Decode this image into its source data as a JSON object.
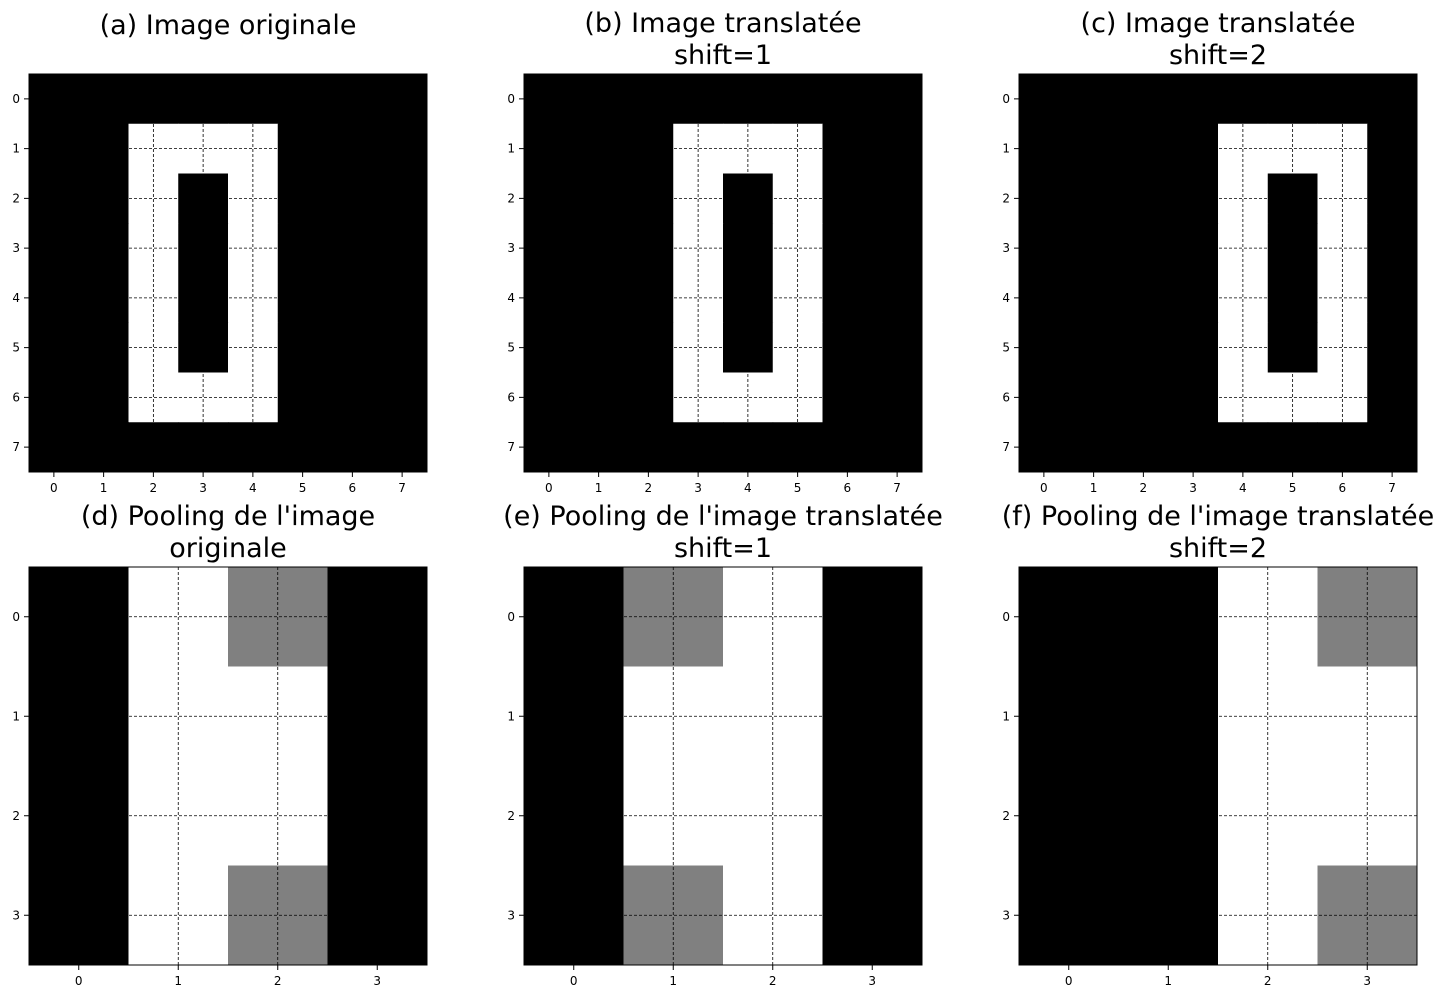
{
  "figure": {
    "background": "#ffffff"
  },
  "chart_data": [
    {
      "type": "heatmap",
      "title_lines": [
        "(a) Image originale"
      ],
      "xlabel": "",
      "ylabel": "",
      "x_ticks": [
        "0",
        "1",
        "2",
        "3",
        "4",
        "5",
        "6",
        "7"
      ],
      "y_ticks": [
        "0",
        "1",
        "2",
        "3",
        "4",
        "5",
        "6",
        "7"
      ],
      "colormap": "gray",
      "vmin": 0,
      "vmax": 1,
      "grid": "dashed",
      "values": [
        [
          0,
          0,
          0,
          0,
          0,
          0,
          0,
          0
        ],
        [
          0,
          0,
          1,
          1,
          1,
          0,
          0,
          0
        ],
        [
          0,
          0,
          1,
          0,
          1,
          0,
          0,
          0
        ],
        [
          0,
          0,
          1,
          0,
          1,
          0,
          0,
          0
        ],
        [
          0,
          0,
          1,
          0,
          1,
          0,
          0,
          0
        ],
        [
          0,
          0,
          1,
          0,
          1,
          0,
          0,
          0
        ],
        [
          0,
          0,
          1,
          1,
          1,
          0,
          0,
          0
        ],
        [
          0,
          0,
          0,
          0,
          0,
          0,
          0,
          0
        ]
      ]
    },
    {
      "type": "heatmap",
      "title_lines": [
        "(b) Image translatée",
        "shift=1"
      ],
      "xlabel": "",
      "ylabel": "",
      "x_ticks": [
        "0",
        "1",
        "2",
        "3",
        "4",
        "5",
        "6",
        "7"
      ],
      "y_ticks": [
        "0",
        "1",
        "2",
        "3",
        "4",
        "5",
        "6",
        "7"
      ],
      "colormap": "gray",
      "vmin": 0,
      "vmax": 1,
      "grid": "dashed",
      "values": [
        [
          0,
          0,
          0,
          0,
          0,
          0,
          0,
          0
        ],
        [
          0,
          0,
          0,
          1,
          1,
          1,
          0,
          0
        ],
        [
          0,
          0,
          0,
          1,
          0,
          1,
          0,
          0
        ],
        [
          0,
          0,
          0,
          1,
          0,
          1,
          0,
          0
        ],
        [
          0,
          0,
          0,
          1,
          0,
          1,
          0,
          0
        ],
        [
          0,
          0,
          0,
          1,
          0,
          1,
          0,
          0
        ],
        [
          0,
          0,
          0,
          1,
          1,
          1,
          0,
          0
        ],
        [
          0,
          0,
          0,
          0,
          0,
          0,
          0,
          0
        ]
      ]
    },
    {
      "type": "heatmap",
      "title_lines": [
        "(c) Image translatée",
        "shift=2"
      ],
      "xlabel": "",
      "ylabel": "",
      "x_ticks": [
        "0",
        "1",
        "2",
        "3",
        "4",
        "5",
        "6",
        "7"
      ],
      "y_ticks": [
        "0",
        "1",
        "2",
        "3",
        "4",
        "5",
        "6",
        "7"
      ],
      "colormap": "gray",
      "vmin": 0,
      "vmax": 1,
      "grid": "dashed",
      "values": [
        [
          0,
          0,
          0,
          0,
          0,
          0,
          0,
          0
        ],
        [
          0,
          0,
          0,
          0,
          1,
          1,
          1,
          0
        ],
        [
          0,
          0,
          0,
          0,
          1,
          0,
          1,
          0
        ],
        [
          0,
          0,
          0,
          0,
          1,
          0,
          1,
          0
        ],
        [
          0,
          0,
          0,
          0,
          1,
          0,
          1,
          0
        ],
        [
          0,
          0,
          0,
          0,
          1,
          0,
          1,
          0
        ],
        [
          0,
          0,
          0,
          0,
          1,
          1,
          1,
          0
        ],
        [
          0,
          0,
          0,
          0,
          0,
          0,
          0,
          0
        ]
      ]
    },
    {
      "type": "heatmap",
      "title_lines": [
        "(d) Pooling de l'image",
        "originale"
      ],
      "xlabel": "",
      "ylabel": "",
      "x_ticks": [
        "0",
        "1",
        "2",
        "3"
      ],
      "y_ticks": [
        "0",
        "1",
        "2",
        "3"
      ],
      "colormap": "gray",
      "vmin": 0,
      "vmax": 1,
      "grid": "dashed",
      "values": [
        [
          0,
          1,
          0.5,
          0
        ],
        [
          0,
          1,
          1,
          0
        ],
        [
          0,
          1,
          1,
          0
        ],
        [
          0,
          1,
          0.5,
          0
        ]
      ]
    },
    {
      "type": "heatmap",
      "title_lines": [
        "(e) Pooling de l'image translatée",
        "shift=1"
      ],
      "xlabel": "",
      "ylabel": "",
      "x_ticks": [
        "0",
        "1",
        "2",
        "3"
      ],
      "y_ticks": [
        "0",
        "1",
        "2",
        "3"
      ],
      "colormap": "gray",
      "vmin": 0,
      "vmax": 1,
      "grid": "dashed",
      "values": [
        [
          0,
          0.5,
          1,
          0
        ],
        [
          0,
          1,
          1,
          0
        ],
        [
          0,
          1,
          1,
          0
        ],
        [
          0,
          0.5,
          1,
          0
        ]
      ]
    },
    {
      "type": "heatmap",
      "title_lines": [
        "(f) Pooling de l'image translatée",
        "shift=2"
      ],
      "xlabel": "",
      "ylabel": "",
      "x_ticks": [
        "0",
        "1",
        "2",
        "3"
      ],
      "y_ticks": [
        "0",
        "1",
        "2",
        "3"
      ],
      "colormap": "gray",
      "vmin": 0,
      "vmax": 1,
      "grid": "dashed",
      "values": [
        [
          0,
          0,
          1,
          0.5
        ],
        [
          0,
          0,
          1,
          1
        ],
        [
          0,
          0,
          1,
          1
        ],
        [
          0,
          0,
          1,
          0.5
        ]
      ]
    }
  ]
}
